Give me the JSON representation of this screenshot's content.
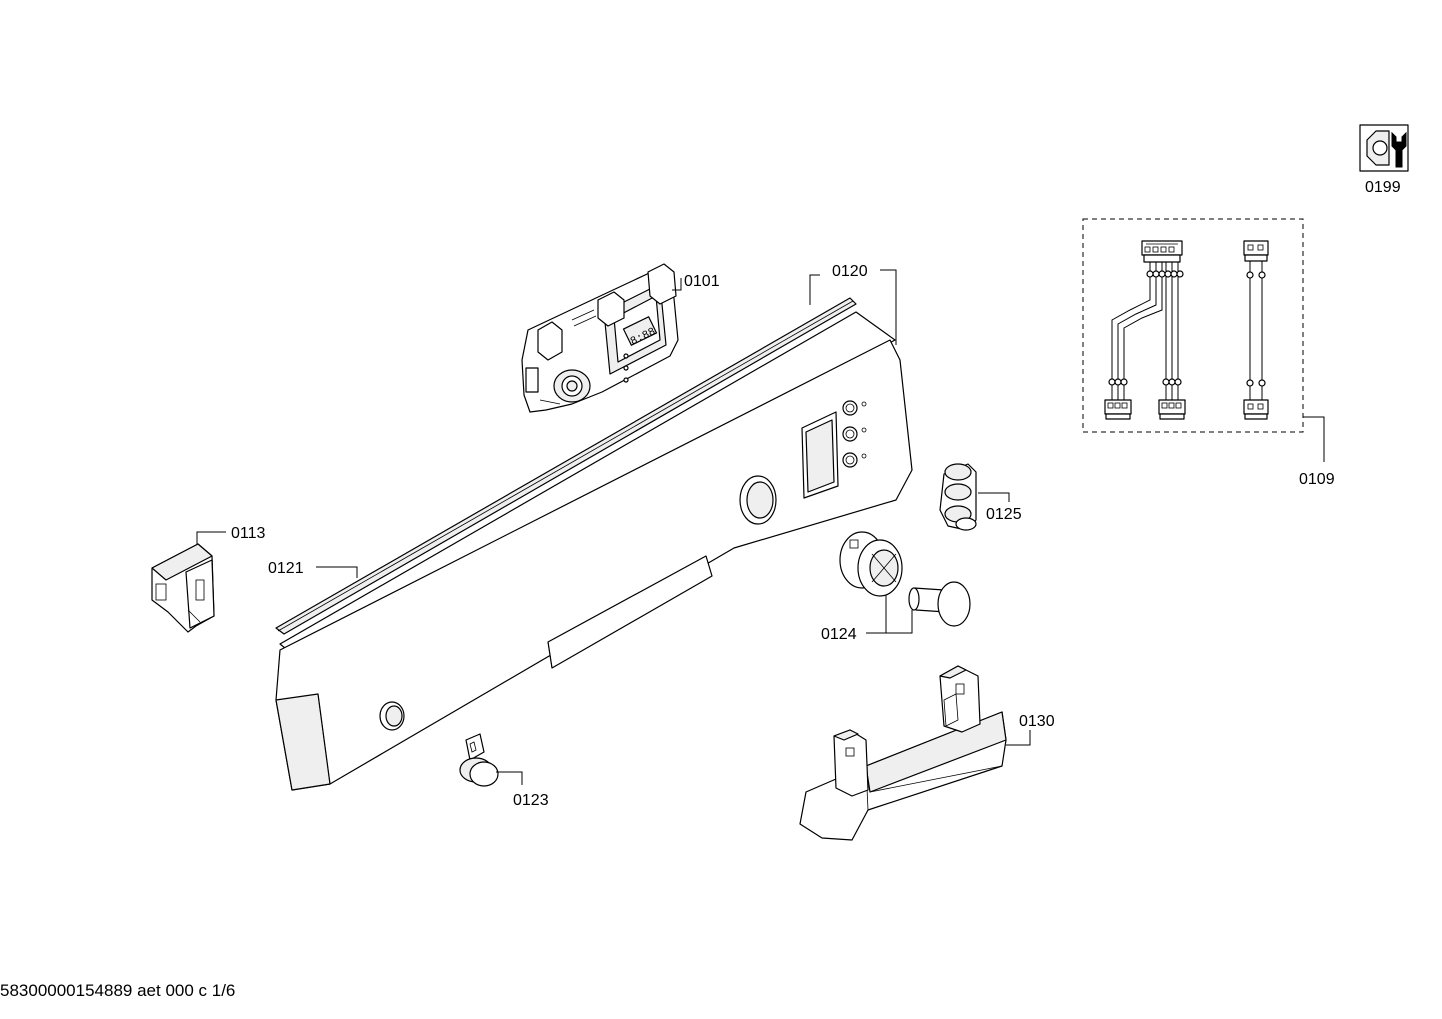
{
  "labels": {
    "p0101": "0101",
    "p0109": "0109",
    "p0113": "0113",
    "p0120": "0120",
    "p0121": "0121",
    "p0123": "0123",
    "p0124": "0124",
    "p0125": "0125",
    "p0130": "0130",
    "p0199": "0199"
  },
  "footer": "58300000154889 aet 000 c 1/6"
}
